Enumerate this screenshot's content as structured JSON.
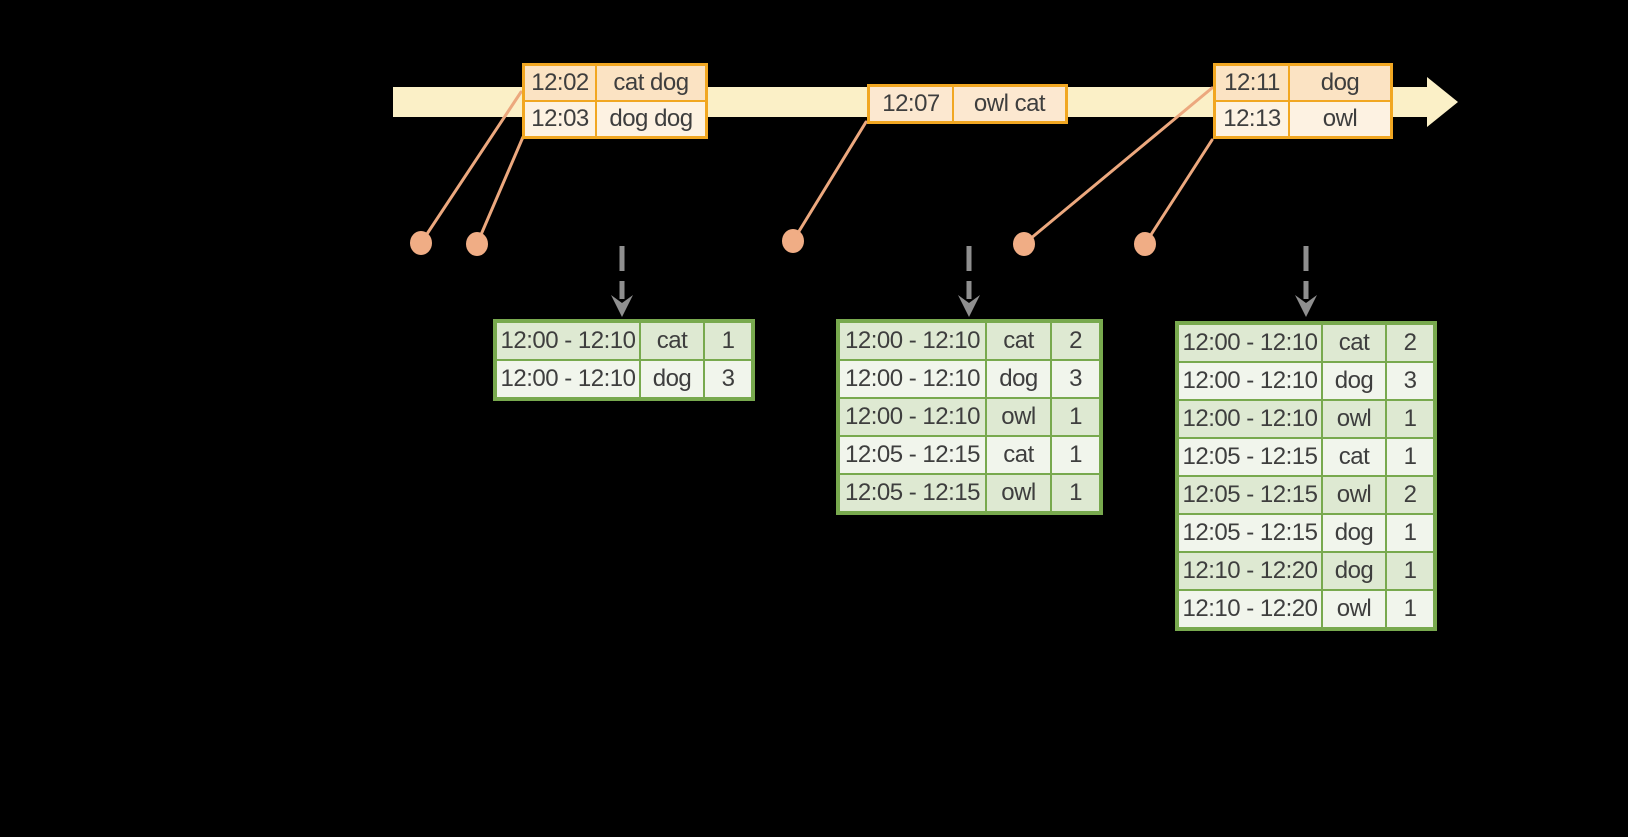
{
  "event_tables": [
    {
      "rows": [
        {
          "time": "12:02",
          "words": "cat dog"
        },
        {
          "time": "12:03",
          "words": "dog dog"
        }
      ]
    },
    {
      "rows": [
        {
          "time": "12:07",
          "words": "owl cat"
        }
      ]
    },
    {
      "rows": [
        {
          "time": "12:11",
          "words": "dog"
        },
        {
          "time": "12:13",
          "words": "owl"
        }
      ]
    }
  ],
  "result_tables": [
    {
      "rows": [
        {
          "window": "12:00 - 12:10",
          "word": "cat",
          "count": "1"
        },
        {
          "window": "12:00 - 12:10",
          "word": "dog",
          "count": "3"
        }
      ]
    },
    {
      "rows": [
        {
          "window": "12:00 - 12:10",
          "word": "cat",
          "count": "2"
        },
        {
          "window": "12:00 - 12:10",
          "word": "dog",
          "count": "3"
        },
        {
          "window": "12:00 - 12:10",
          "word": "owl",
          "count": "1"
        },
        {
          "window": "12:05 - 12:15",
          "word": "cat",
          "count": "1"
        },
        {
          "window": "12:05 - 12:15",
          "word": "owl",
          "count": "1"
        }
      ]
    },
    {
      "rows": [
        {
          "window": "12:00 - 12:10",
          "word": "cat",
          "count": "2"
        },
        {
          "window": "12:00 - 12:10",
          "word": "dog",
          "count": "3"
        },
        {
          "window": "12:00 - 12:10",
          "word": "owl",
          "count": "1"
        },
        {
          "window": "12:05 - 12:15",
          "word": "cat",
          "count": "1"
        },
        {
          "window": "12:05 - 12:15",
          "word": "owl",
          "count": "2"
        },
        {
          "window": "12:05 - 12:15",
          "word": "dog",
          "count": "1"
        },
        {
          "window": "12:10 - 12:20",
          "word": "dog",
          "count": "1"
        },
        {
          "window": "12:10 - 12:20",
          "word": "owl",
          "count": "1"
        }
      ]
    }
  ],
  "colors": {
    "background": "#000000",
    "timeline_band": "#FBF0C7",
    "event_table_border": "#F1A722",
    "event_row_dark": "#FBE3C3",
    "event_row_light": "#FDF2E2",
    "event_single_row": "#FCE8D0",
    "connector_and_dots": "#ECA87E",
    "trigger_arrow": "#8F8F8F",
    "result_table_border": "#78A94E",
    "result_row_dark": "#DEE9D2",
    "result_row_light": "#F1F5EC",
    "text": "#3E3E3E"
  }
}
